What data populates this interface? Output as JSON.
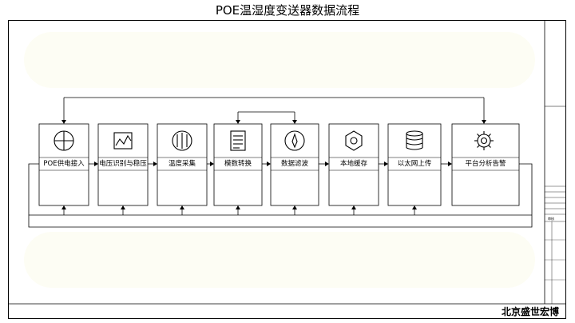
{
  "title": "POE温湿度变送器数据流程",
  "company": "北京盛世宏博",
  "title_block_label": "审核",
  "steps": [
    {
      "label": "POE供电接入",
      "icon": "crosshair-icon"
    },
    {
      "label": "电压识别与稳压",
      "icon": "voltage-wave-icon"
    },
    {
      "label": "温度采集",
      "icon": "sensor-icon"
    },
    {
      "label": "模数转换",
      "icon": "document-icon"
    },
    {
      "label": "数据滤波",
      "icon": "compass-icon"
    },
    {
      "label": "本地缓存",
      "icon": "storage-hex-icon"
    },
    {
      "label": "以太网上传",
      "icon": "database-icon"
    },
    {
      "label": "平台分析告警",
      "icon": "gear-icon"
    }
  ]
}
